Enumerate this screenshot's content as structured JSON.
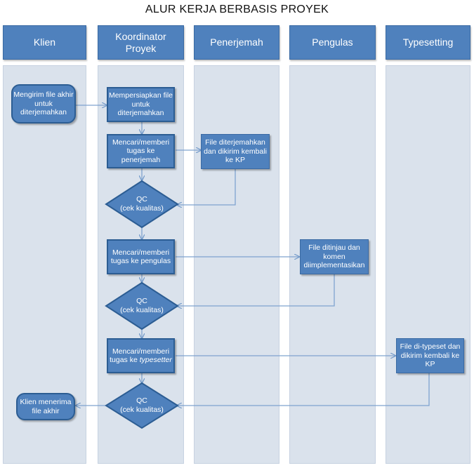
{
  "title": "ALUR KERJA BERBASIS PROYEK",
  "lanes": [
    {
      "name": "Klien"
    },
    {
      "name": "Koordinator\nProyek"
    },
    {
      "name": "Penerjemah"
    },
    {
      "name": "Pengulas"
    },
    {
      "name": "Typesetting"
    }
  ],
  "nodes": {
    "client_send": "Mengirim file akhir untuk diterjemahkan",
    "prepare": "Mempersiapkan file untuk diterjemahkan",
    "assign_translator": "Mencari/memberi tugas ke penerjemah",
    "translated": "File diterjemahkan dan dikirim kembali ke KP",
    "qc1_line1": "QC",
    "qc1_line2": "(cek kualitas)",
    "assign_reviewer": "Mencari/memberi tugas ke pengulas",
    "reviewed": "File ditinjau dan komen diimplementasikan",
    "qc2_line1": "QC",
    "qc2_line2": "(cek kualitas)",
    "assign_typesetter_prefix": "Mencari/memberi tugas ke",
    "assign_typesetter_em": "typesetter",
    "typeset": "File di-typeset dan dikirim kembali ke KP",
    "qc3_line1": "QC",
    "qc3_line2": "(cek kualitas)",
    "client_receive": "Klien menerima file akhir"
  },
  "colors": {
    "header": "#4f81bd",
    "lane": "#dae2ec",
    "node": "#4f81bd",
    "node_border": "#2c5d93",
    "connector": "#7fa3cf"
  }
}
